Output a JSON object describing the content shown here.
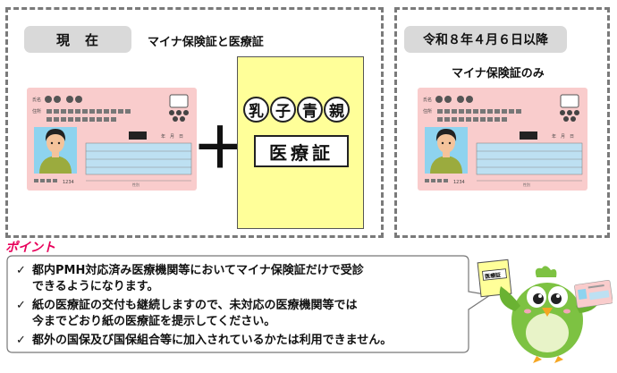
{
  "current": {
    "label": "現　在",
    "caption": "マイナ保険証と医療証",
    "plus": "＋",
    "paper": {
      "chars": [
        "乳",
        "子",
        "青",
        "親"
      ],
      "title": "医療証"
    }
  },
  "future": {
    "label": "令和８年４月６日以降",
    "caption": "マイナ保険証のみ"
  },
  "card": {
    "name_label": "氏名",
    "address_label": "住所",
    "date_label": "年　月　日",
    "sex_label": "性別",
    "number": "1234",
    "colors": {
      "background": "#f9cccc",
      "stripe": "#bde0f2"
    }
  },
  "point": {
    "label": "ポイント",
    "items": [
      "都内PMH対応済み医療機関等においてマイナ保険証だけで受診\nできるようになります。",
      "紙の医療証の交付も継続しますので、未対応の医療機関等では\n今までどおり紙の医療証を提示してください。",
      "都外の国保及び国保組合等に加入されているかたは利用できません。"
    ],
    "mascot_sign": "医療証"
  }
}
